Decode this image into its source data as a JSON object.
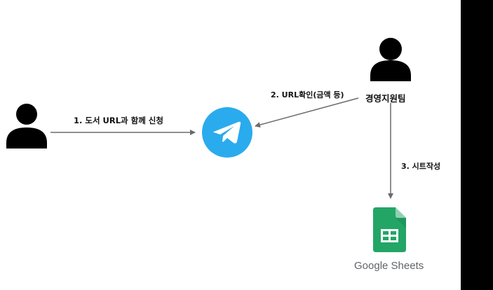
{
  "nodes": {
    "requester": {
      "icon": "person-icon"
    },
    "telegram": {
      "icon": "telegram-icon",
      "color": "#2AABEE"
    },
    "team": {
      "icon": "person-icon",
      "label": "경영지원팀"
    },
    "sheets": {
      "icon": "google-sheets-icon",
      "label": "Google Sheets",
      "color": "#23A566"
    }
  },
  "edges": [
    {
      "from": "requester",
      "to": "telegram",
      "label": "1. 도서 URL과 함께 신청"
    },
    {
      "from": "team",
      "to": "telegram",
      "label": "2. URL확인(금액 등)"
    },
    {
      "from": "team",
      "to": "sheets",
      "label": "3. 시트작성"
    }
  ],
  "colors": {
    "arrow": "#6b6b6b",
    "background": "#ffffff",
    "band": "#000000"
  }
}
